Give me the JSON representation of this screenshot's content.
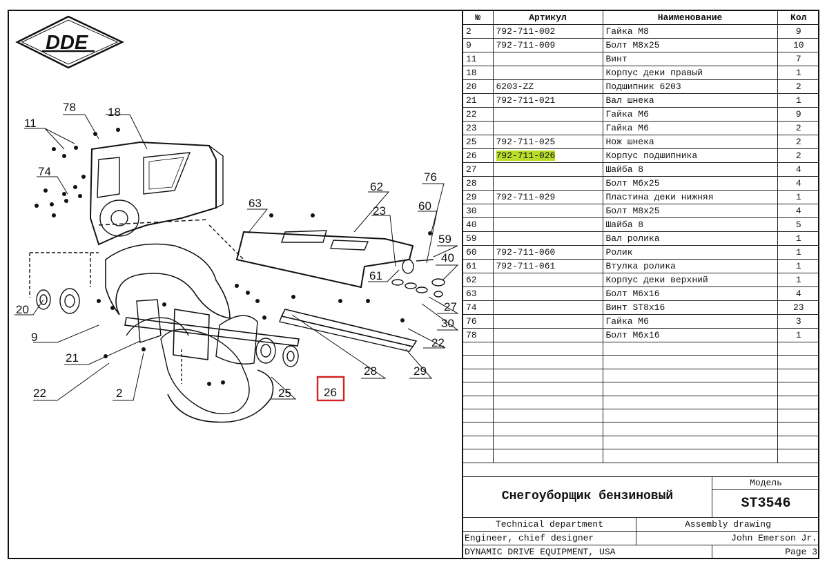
{
  "brand": {
    "logo_text": "DDE"
  },
  "drawing": {
    "callouts": [
      "78",
      "18",
      "11",
      "74",
      "76",
      "62",
      "63",
      "60",
      "23",
      "59",
      "40",
      "61",
      "27",
      "30",
      "22",
      "20",
      "9",
      "21",
      "28",
      "29",
      "22",
      "2",
      "25",
      "26"
    ],
    "highlighted_callout": "26"
  },
  "table": {
    "headers": {
      "num": "№",
      "article": "Артикул",
      "name": "Наименование",
      "qty": "Кол"
    },
    "rows": [
      {
        "num": "2",
        "article": "792-711-002",
        "name": "Гайка М8",
        "qty": "9"
      },
      {
        "num": "9",
        "article": "792-711-009",
        "name": "Болт М8х25",
        "qty": "10"
      },
      {
        "num": "11",
        "article": "",
        "name": "Винт",
        "qty": "7"
      },
      {
        "num": "18",
        "article": "",
        "name": "Корпус деки правый",
        "qty": "1"
      },
      {
        "num": "20",
        "article": "6203-ZZ",
        "name": "Подшипник 6203",
        "qty": "2"
      },
      {
        "num": "21",
        "article": "792-711-021",
        "name": "Вал шнека",
        "qty": "1"
      },
      {
        "num": "22",
        "article": "",
        "name": "Гайка М6",
        "qty": "9"
      },
      {
        "num": "23",
        "article": "",
        "name": "Гайка М6",
        "qty": "2"
      },
      {
        "num": "25",
        "article": "792-711-025",
        "name": "Нож шнека",
        "qty": "2"
      },
      {
        "num": "26",
        "article": "792-711-026",
        "name": "Корпус подшипника",
        "qty": "2",
        "highlight": true
      },
      {
        "num": "27",
        "article": "",
        "name": "Шайба 8",
        "qty": "4"
      },
      {
        "num": "28",
        "article": "",
        "name": "Болт М6х25",
        "qty": "4"
      },
      {
        "num": "29",
        "article": "792-711-029",
        "name": "Пластина деки нижняя",
        "qty": "1"
      },
      {
        "num": "30",
        "article": "",
        "name": "Болт М8х25",
        "qty": "4"
      },
      {
        "num": "40",
        "article": "",
        "name": "Шайба 8",
        "qty": "5"
      },
      {
        "num": "59",
        "article": "",
        "name": "Вал ролика",
        "qty": "1"
      },
      {
        "num": "60",
        "article": "792-711-060",
        "name": "Ролик",
        "qty": "1"
      },
      {
        "num": "61",
        "article": "792-711-061",
        "name": "Втулка ролика",
        "qty": "1"
      },
      {
        "num": "62",
        "article": "",
        "name": "Корпус деки верхний",
        "qty": "1"
      },
      {
        "num": "63",
        "article": "",
        "name": "Болт М6х16",
        "qty": "4"
      },
      {
        "num": "74",
        "article": "",
        "name": "Винт ST8x16",
        "qty": "23"
      },
      {
        "num": "76",
        "article": "",
        "name": "Гайка М6",
        "qty": "3"
      },
      {
        "num": "78",
        "article": "",
        "name": "Болт М6х16",
        "qty": "1"
      }
    ],
    "empty_rows": 9
  },
  "title_block": {
    "model_label": "Модель",
    "product_name": "Снегоуборщик бензиновый",
    "model": "ST3546",
    "department": "Technical department",
    "doc_type": "Assembly drawing",
    "role": "Engineer, chief designer",
    "person": "John Emerson Jr.",
    "company": "DYNAMIC DRIVE EQUIPMENT, USA",
    "page": "Page 3"
  }
}
